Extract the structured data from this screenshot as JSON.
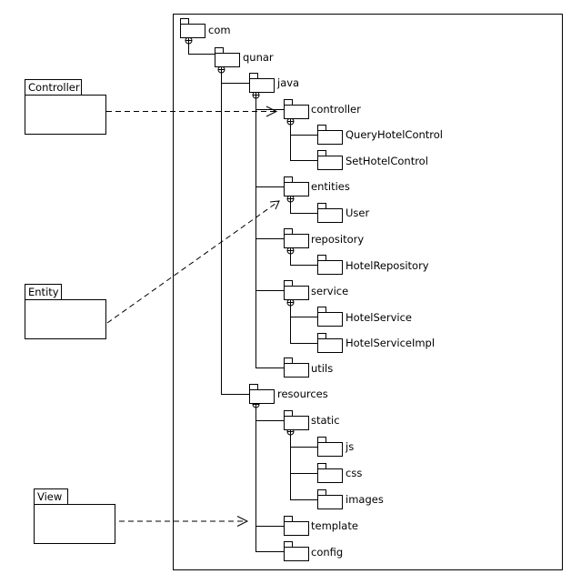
{
  "packages": {
    "com": "com",
    "qunar": "qunar",
    "java": "java",
    "controller": "controller",
    "query_hotel_control": "QueryHotelControl",
    "set_hotel_control": "SetHotelControl",
    "entities": "entities",
    "user": "User",
    "repository": "repository",
    "hotel_repository": "HotelRepository",
    "service": "service",
    "hotel_service": "HotelService",
    "hotel_service_impl": "HotelServiceImpl",
    "utils": "utils",
    "resources": "resources",
    "static": "static",
    "js": "js",
    "css": "css",
    "images": "images",
    "template": "template",
    "config": "config"
  },
  "layers": {
    "controller": "Controller",
    "entity": "Entity",
    "view": "View"
  }
}
